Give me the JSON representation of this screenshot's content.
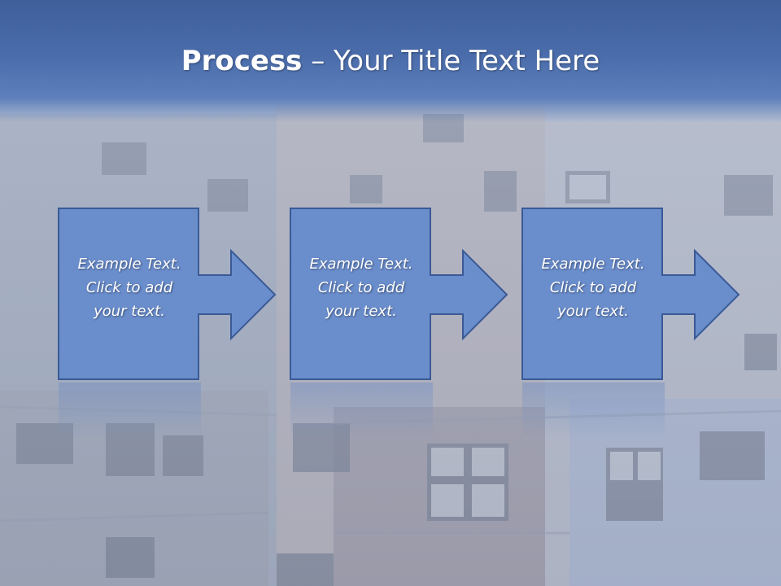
{
  "title": {
    "bold": "Process",
    "rest": " – Your Title Text Here"
  },
  "colors": {
    "title_bar": "#4a6caa",
    "box_fill": "#6a8dcc",
    "box_border": "#3a5a96",
    "text": "#ffffff"
  },
  "steps": [
    {
      "line1": "Example Text.",
      "line2": "Click  to add",
      "line3": "your text."
    },
    {
      "line1": "Example Text.",
      "line2": "Click  to add",
      "line3": "your text."
    },
    {
      "line1": "Example Text.",
      "line2": "Click  to add",
      "line3": "your text."
    }
  ]
}
